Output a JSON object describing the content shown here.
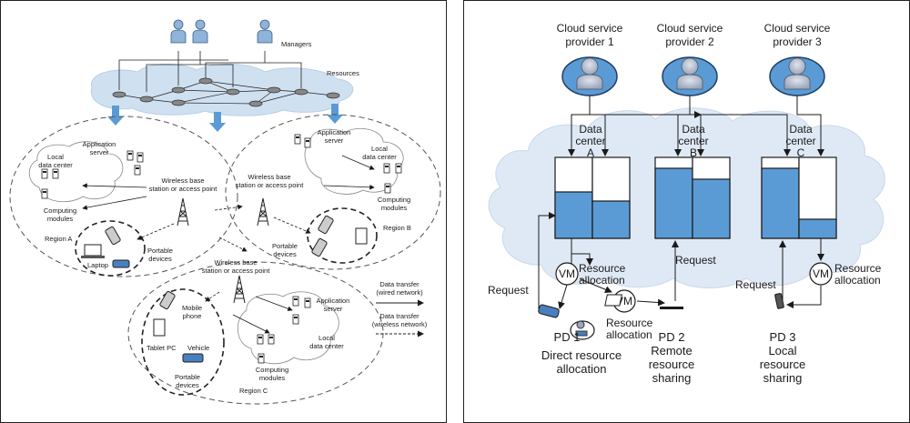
{
  "left": {
    "managers": "Managers",
    "resources": "Resources",
    "region_a": "Region A",
    "region_b": "Region B",
    "region_c": "Region C",
    "app_server_a": [
      "Application",
      "server"
    ],
    "app_server_b": [
      "Application",
      "server"
    ],
    "app_server_c": [
      "Application",
      "server"
    ],
    "local_dc_a": [
      "Local",
      "data center"
    ],
    "local_dc_b": [
      "Local",
      "data center"
    ],
    "local_dc_c": [
      "Local",
      "data center"
    ],
    "computing_a": [
      "Computing",
      "modules"
    ],
    "computing_b": [
      "Computing",
      "modules"
    ],
    "computing_c": [
      "Computing",
      "modules"
    ],
    "wbs_top": [
      "Wireless base",
      "station or access point"
    ],
    "wbs_bottom": [
      "Wireless base",
      "station or access point"
    ],
    "portable_a": [
      "Portable",
      "devices"
    ],
    "portable_b": [
      "Portable",
      "devices"
    ],
    "portable_c": [
      "Portable",
      "devices"
    ],
    "laptop": "Laptop",
    "mobile_phone": [
      "Mobile",
      "phone"
    ],
    "tablet": "Tablet PC",
    "vehicle": "Vehicle",
    "legend_wired": [
      "Data transfer",
      "(wired network)"
    ],
    "legend_wireless": [
      "Data transfer",
      "(wireless network)"
    ]
  },
  "right": {
    "providers": [
      [
        "Cloud service",
        "provider 1"
      ],
      [
        "Cloud service",
        "provider 2"
      ],
      [
        "Cloud service",
        "provider 3"
      ]
    ],
    "data_centers": [
      [
        "Data",
        "center",
        "A"
      ],
      [
        "Data",
        "center",
        "B"
      ],
      [
        "Data",
        "center",
        "C"
      ]
    ],
    "request_labels": [
      "Request",
      "Request",
      "Request"
    ],
    "vm_label": "VM",
    "resource_allocation_1": [
      "Resource",
      "allocation"
    ],
    "resource_allocation_2": [
      "Resource",
      "allocation"
    ],
    "resource_allocation_3": [
      "Resource",
      "allocation"
    ],
    "pd1": [
      "PD 1",
      "Direct resource",
      "allocation"
    ],
    "pd2": [
      "PD 2",
      "Remote",
      "resource",
      "sharing"
    ],
    "pd3": [
      "PD 3",
      "Local",
      "resource",
      "sharing"
    ],
    "colors": {
      "accent": "#5b9bd5",
      "cloud": "#dfe9f5",
      "stroke": "#222222"
    }
  }
}
